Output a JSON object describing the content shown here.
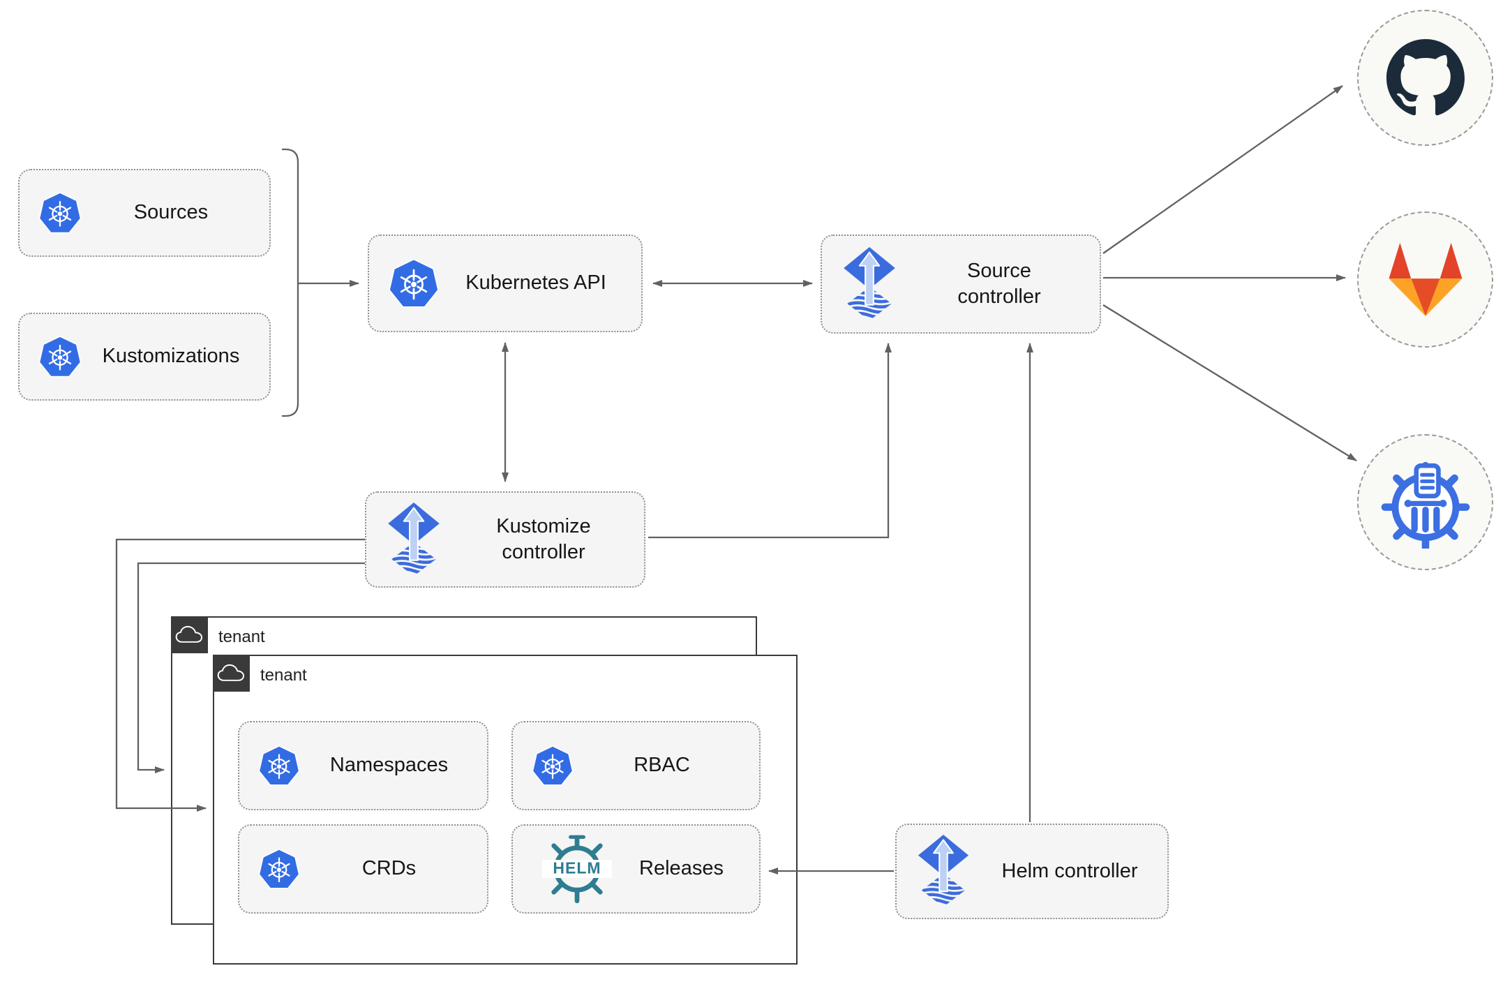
{
  "nodes": {
    "sources": {
      "label": "Sources"
    },
    "kustomizations": {
      "label": "Kustomizations"
    },
    "kubernetes_api": {
      "label": "Kubernetes API"
    },
    "source_controller": {
      "label": "Source controller"
    },
    "kustomize_controller": {
      "label": "Kustomize controller"
    },
    "helm_controller": {
      "label": "Helm controller"
    },
    "namespaces": {
      "label": "Namespaces"
    },
    "rbac": {
      "label": "RBAC"
    },
    "crds": {
      "label": "CRDs"
    },
    "releases": {
      "label": "Releases"
    }
  },
  "tenants": {
    "back": {
      "label": "tenant"
    },
    "front": {
      "label": "tenant"
    }
  },
  "logos": {
    "helm_wordmark": "HELM"
  },
  "icons": {
    "kubernetes-icon": {
      "color": "#326CE5"
    },
    "flux-icon": {
      "color": "#3B6CDD"
    },
    "helm-wheel-icon": {
      "color": "#2E7D91"
    },
    "cloud-icon": {
      "color": "#FFFFFF"
    },
    "github-icon": {
      "color": "#1B2B3A"
    },
    "gitlab-icon": {
      "colors": [
        "#E24329",
        "#E64D27",
        "#FCA326"
      ]
    },
    "chartmuseum-icon": {
      "color": "#3B6FE2"
    }
  },
  "colors": {
    "node_fill": "#F5F5F5",
    "node_border": "#8F8F8F",
    "tenant_border": "#3A3A3A",
    "edge": "#616161",
    "background": "#FFFFFF"
  }
}
